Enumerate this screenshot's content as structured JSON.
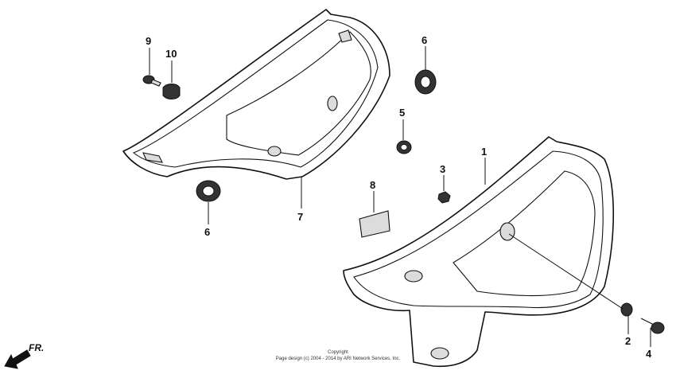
{
  "callouts": {
    "c1": "1",
    "c2": "2",
    "c3": "3",
    "c4": "4",
    "c5": "5",
    "c6a": "6",
    "c6b": "6",
    "c7": "7",
    "c8": "8",
    "c9": "9",
    "c10": "10"
  },
  "direction_label": "FR.",
  "copyright": {
    "line1": "Copyright",
    "line2": "Page design (c) 2004 - 2014 by ARI Network Services, Inc."
  }
}
